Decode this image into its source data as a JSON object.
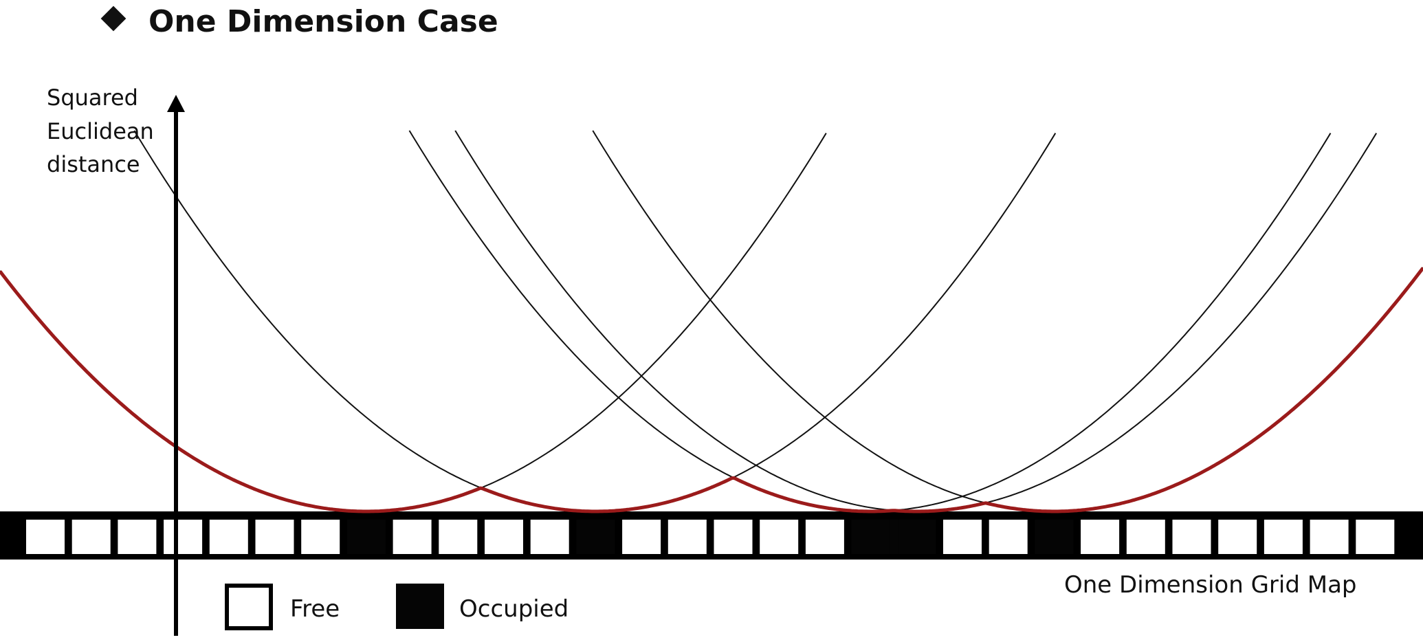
{
  "title": "One Dimension Case",
  "y_axis_label": [
    "Squared",
    "Euclidean",
    "distance"
  ],
  "grid_map_label": "One Dimension Grid Map",
  "legend": {
    "free_label": "Free",
    "occupied_label": "Occupied"
  },
  "colors": {
    "envelope": "#9b1b1b",
    "parabola": "#111111",
    "cell_free": "#ffffff",
    "cell_occupied": "#050505",
    "grid_border": "#000000"
  },
  "grid": {
    "cells": [
      "free",
      "free",
      "free",
      "free",
      "free",
      "free",
      "free",
      "occupied",
      "free",
      "free",
      "free",
      "free",
      "occupied",
      "free",
      "free",
      "free",
      "free",
      "free",
      "occupied",
      "occupied",
      "free",
      "free",
      "occupied",
      "free",
      "free",
      "free",
      "free",
      "free",
      "free",
      "free"
    ]
  }
}
